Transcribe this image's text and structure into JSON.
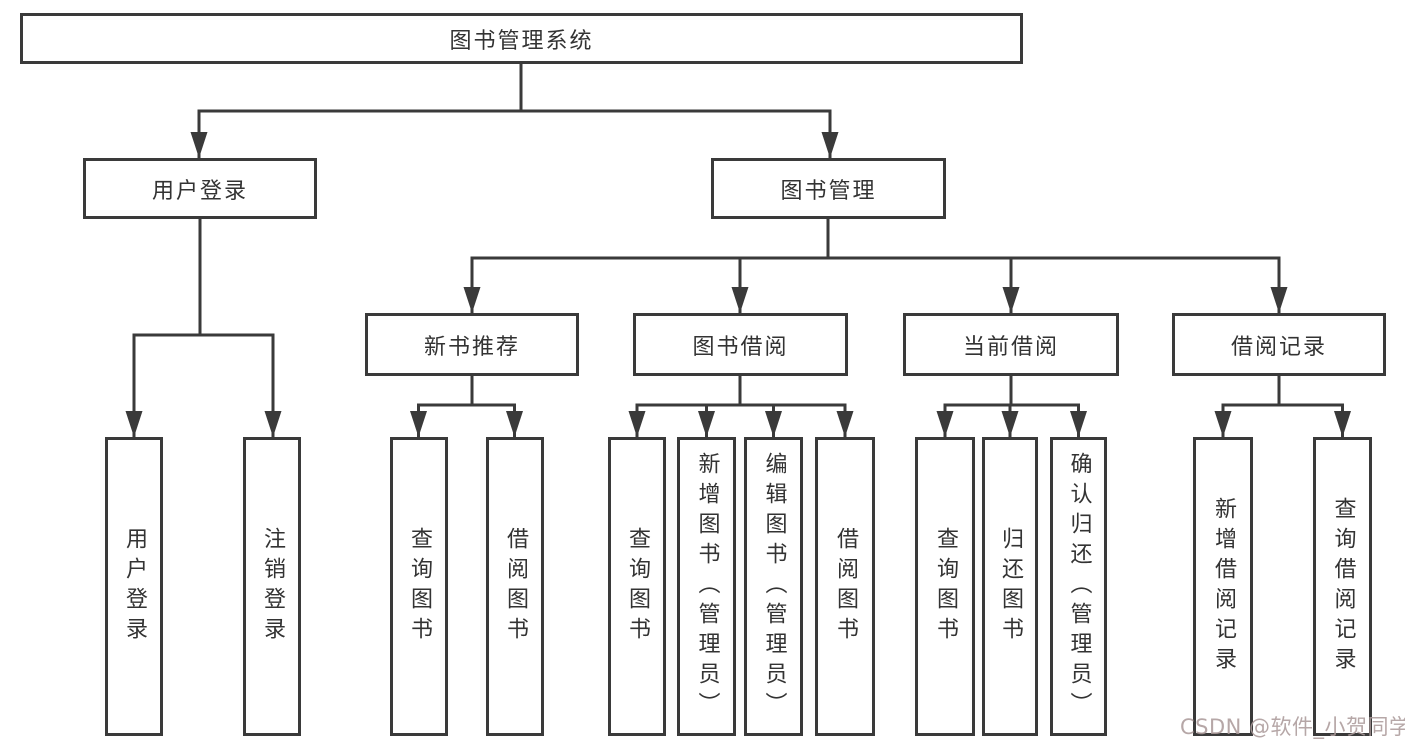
{
  "root": {
    "label": "图书管理系统"
  },
  "level2": [
    {
      "label": "用户登录"
    },
    {
      "label": "图书管理"
    }
  ],
  "level3": [
    {
      "label": "新书推荐"
    },
    {
      "label": "图书借阅"
    },
    {
      "label": "当前借阅"
    },
    {
      "label": "借阅记录"
    }
  ],
  "leaves": {
    "login": [
      "用户登录",
      "注销登录"
    ],
    "recommend": [
      "查询图书",
      "借阅图书"
    ],
    "borrow": [
      "查询图书",
      "新增图书（管理员）",
      "编辑图书（管理员）",
      "借阅图书"
    ],
    "current": [
      "查询图书",
      "归还图书",
      "确认归还（管理员）"
    ],
    "records": [
      "新增借阅记录",
      "查询借阅记录"
    ]
  },
  "watermark": {
    "text": "CSDN @软件_小贺同学",
    "color": "#ac9b9b"
  },
  "colors": {
    "line": "#3a3a3a",
    "box_border": "#3a3a3a",
    "text": "#333333",
    "background": "#ffffff"
  }
}
